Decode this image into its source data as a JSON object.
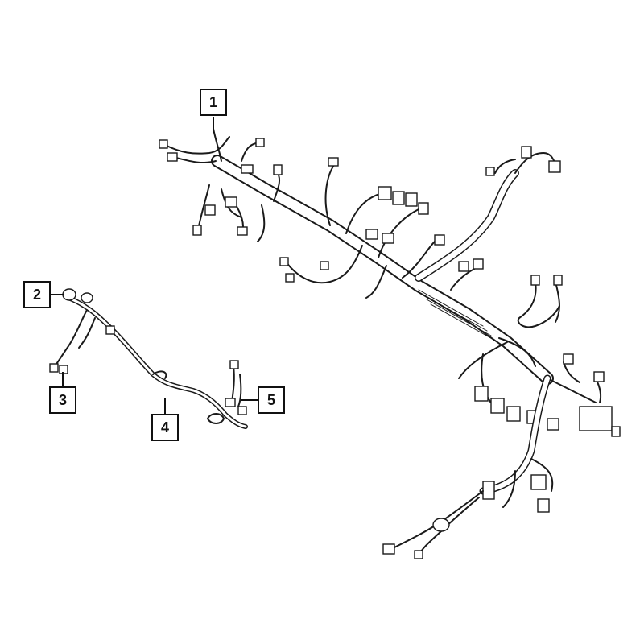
{
  "diagram": {
    "callouts": [
      {
        "id": "1",
        "label": "1"
      },
      {
        "id": "2",
        "label": "2"
      },
      {
        "id": "3",
        "label": "3"
      },
      {
        "id": "4",
        "label": "4"
      },
      {
        "id": "5",
        "label": "5"
      }
    ],
    "line_color": "#1a1a1a",
    "background": "#ffffff"
  }
}
